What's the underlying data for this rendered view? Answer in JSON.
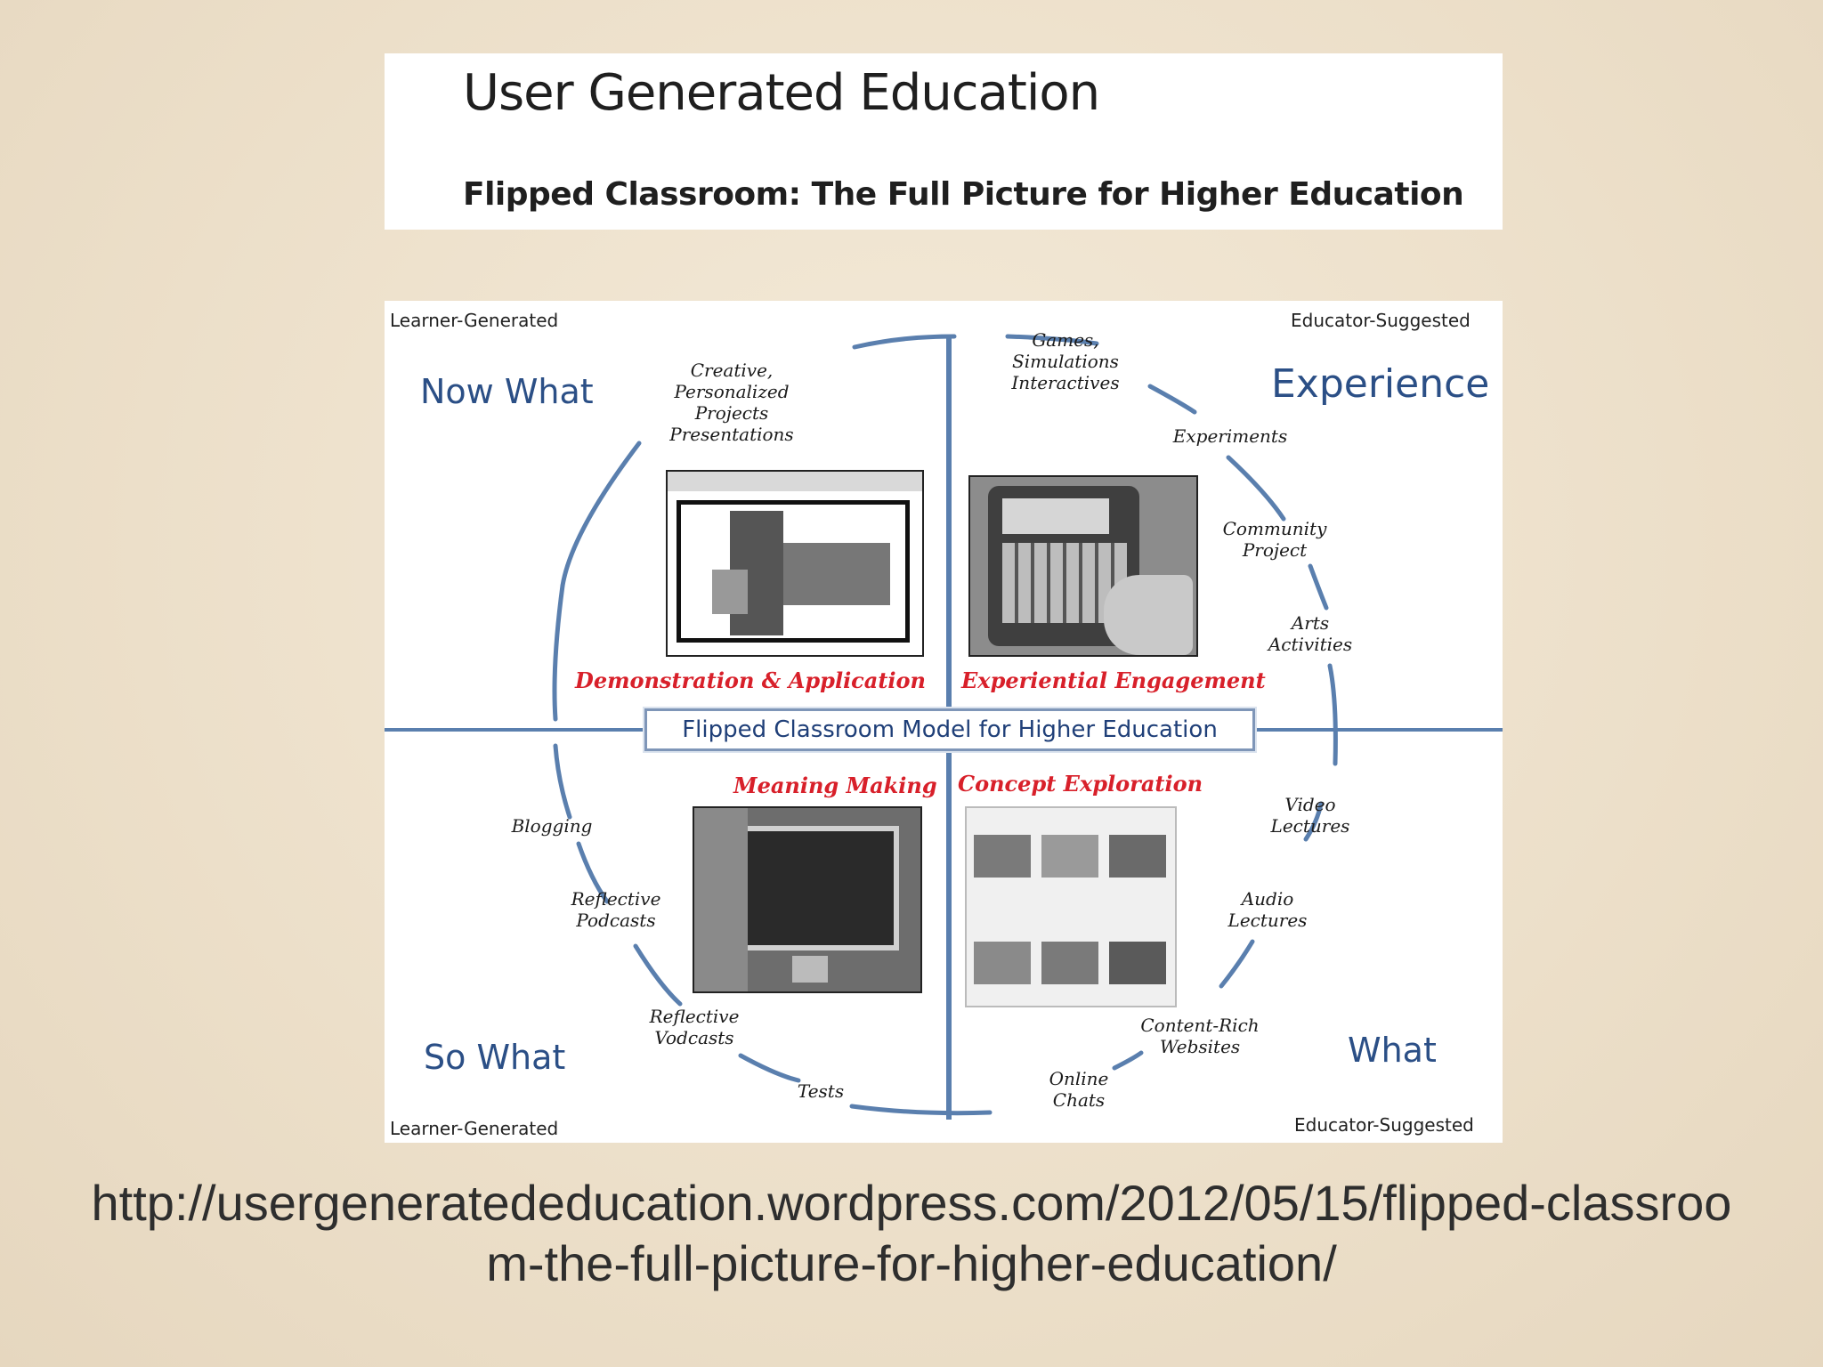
{
  "header": {
    "site_title": "User Generated Education",
    "post_title": "Flipped Classroom: The Full Picture for Higher Education"
  },
  "diagram": {
    "corners": {
      "top_left": "Learner-Generated",
      "top_right": "Educator-Suggested",
      "bottom_left": "Learner-Generated",
      "bottom_right": "Educator-Suggested"
    },
    "quadrants": {
      "now_what": "Now What",
      "experience": "Experience",
      "so_what": "So What",
      "what": "What"
    },
    "center_label": "Flipped Classroom Model for Higher Education",
    "phases": {
      "demonstration": "Demonstration & Application",
      "experiential": "Experiential Engagement",
      "meaning": "Meaning Making",
      "concept": "Concept Exploration"
    },
    "items": {
      "creative": "Creative,\nPersonalized\nProjects\nPresentations",
      "games": "Games,\nSimulations\nInteractives",
      "experiments": "Experiments",
      "community": "Community\nProject",
      "arts": "Arts\nActivities",
      "video": "Video\nLectures",
      "audio": "Audio\nLectures",
      "content": "Content-Rich\nWebsites",
      "chats": "Online\nChats",
      "tests": "Tests",
      "vodcasts": "Reflective\nVodcasts",
      "podcasts": "Reflective\nPodcasts",
      "blogging": "Blogging"
    },
    "colors": {
      "axis": "#5a7fae",
      "quadrant_text": "#2b4f86",
      "phase_text": "#d8202a"
    }
  },
  "source_url": "http://usergeneratededucation.wordpress.com/2012/05/15/flipped-classroom-the-full-picture-for-higher-education/"
}
